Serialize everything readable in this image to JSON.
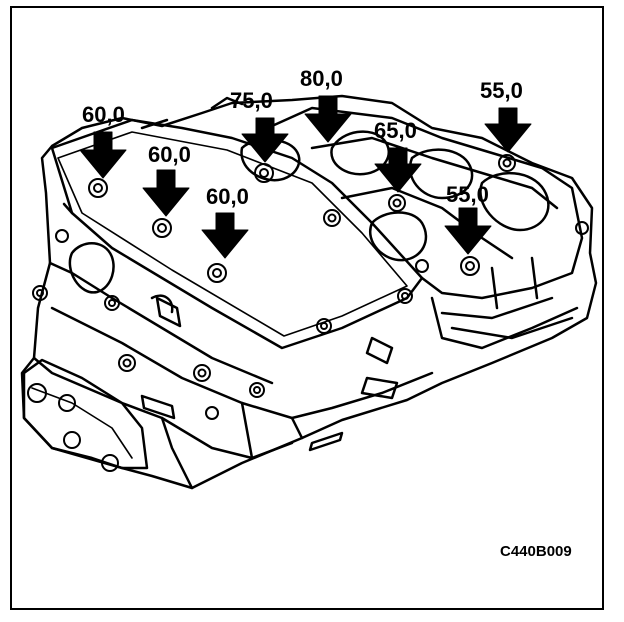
{
  "diagram": {
    "figure_code": "C440B009",
    "torque_labels": [
      "60,0",
      "60,0",
      "60,0",
      "75,0",
      "80,0",
      "65,0",
      "55,0",
      "55,0"
    ],
    "colors": {
      "ink": "#000000",
      "paper": "#ffffff"
    },
    "icons": {
      "arrow": "down-arrow-icon",
      "bolt": "bolt-head-icon"
    }
  }
}
